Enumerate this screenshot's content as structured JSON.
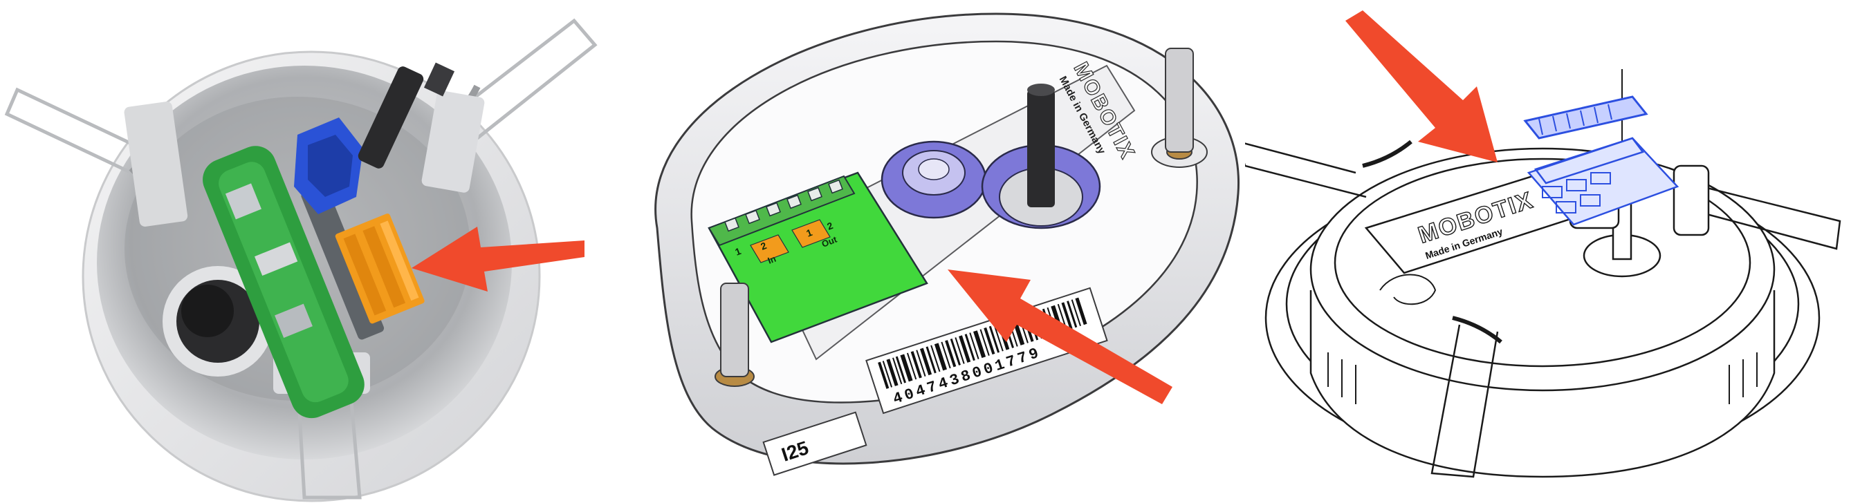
{
  "images": [
    {
      "name": "housing-cutaway-photo",
      "colors": {
        "arrow": "#f04a2c",
        "pcb": "#2e9e3f",
        "terminal": "#f29b1c",
        "bracket": "#2a52d6"
      }
    },
    {
      "name": "housing-top-render",
      "brand": "MOBOTIX",
      "made_in": "Made in Germany",
      "model": "I25",
      "serial": "4047438001779",
      "terminal_labels": [
        "1",
        "2",
        "In",
        "1",
        "2",
        "Out"
      ],
      "colors": {
        "arrow": "#f04a2c",
        "pcb": "#41d83c",
        "terminal": "#4fb84a",
        "cap": "#7d78d8"
      }
    },
    {
      "name": "housing-line-drawing",
      "brand": "MOBOTIX",
      "made_in": "Made in Germany",
      "colors": {
        "arrow": "#f04a2c",
        "highlight": "#2c4fe0"
      }
    }
  ]
}
